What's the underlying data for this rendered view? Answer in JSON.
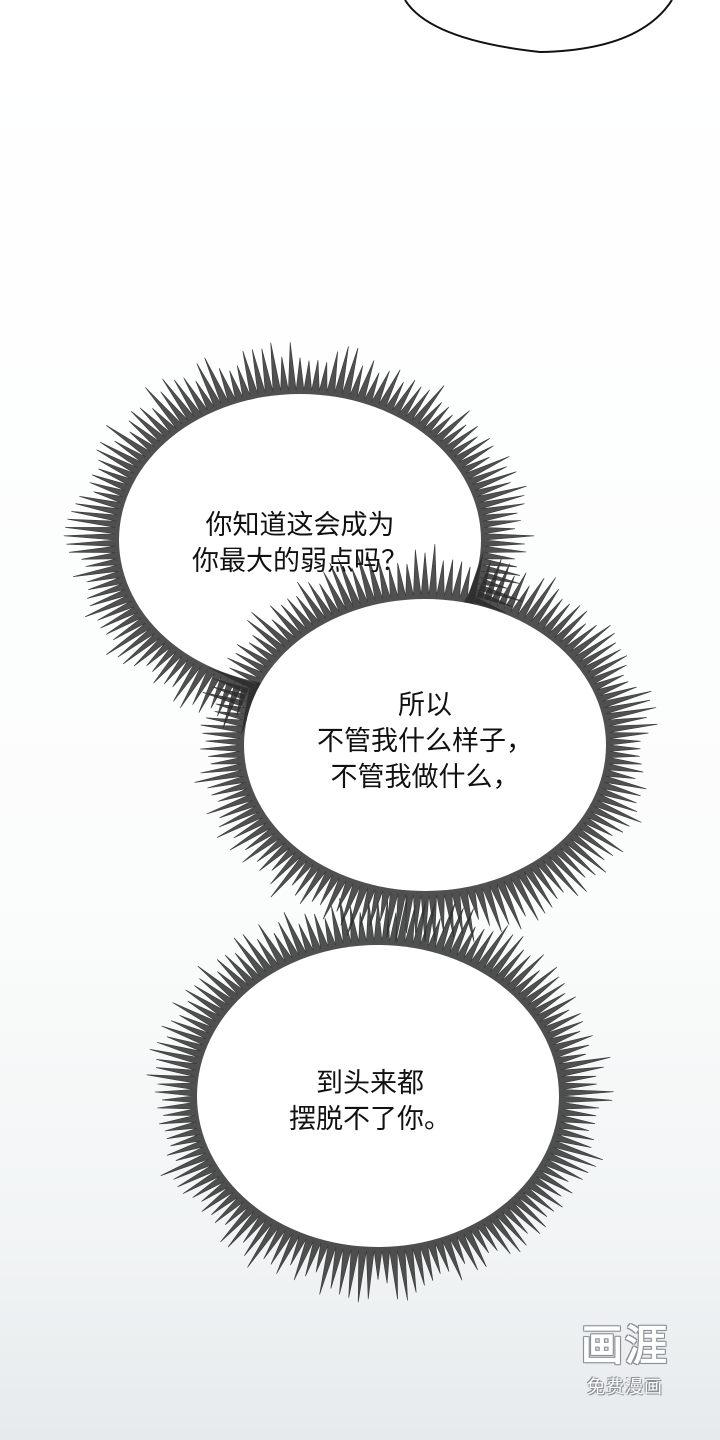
{
  "panel": {
    "bubbles": [
      {
        "lines": [
          "你知道这会成为",
          "你最大的弱点吗？"
        ]
      },
      {
        "lines": [
          "所以",
          "不管我什么样子，",
          "不管我做什么，"
        ]
      },
      {
        "lines": [
          "到头来都",
          "摆脱不了你。"
        ]
      }
    ]
  },
  "watermark": {
    "logo": "画涯",
    "subtitle": "免费漫画"
  }
}
